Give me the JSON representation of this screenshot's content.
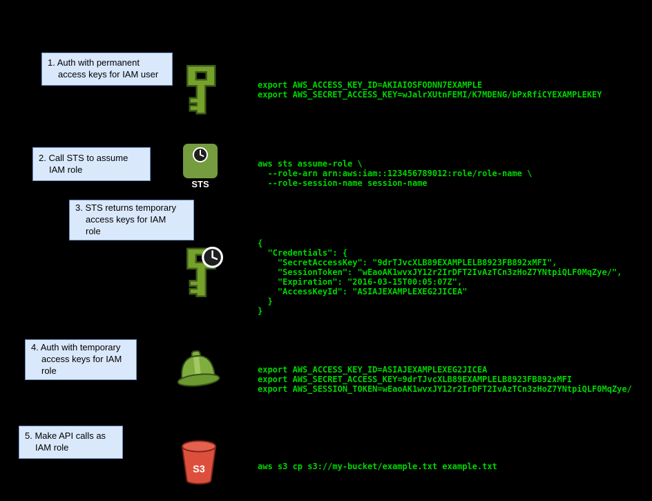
{
  "colors": {
    "background": "#000000",
    "box_fill": "#dae8fc",
    "box_border": "#6c8ebf",
    "box_text": "#000000",
    "code_green": "#00d600",
    "icon_green": "#76a22c",
    "icon_green_dark": "#3f5d18",
    "sts_green": "#759c3e",
    "bucket_red": "#dd4f3d",
    "bucket_red_dark": "#7e241a"
  },
  "steps": [
    {
      "label": "1. Auth with permanent\naccess keys for IAM user"
    },
    {
      "label": "2. Call STS to assume\nIAM role"
    },
    {
      "label": "3. STS returns temporary\naccess keys for IAM\nrole"
    },
    {
      "label": "4. Auth with temporary\naccess keys for IAM\nrole"
    },
    {
      "label": "5. Make API calls as\nIAM role"
    }
  ],
  "code": {
    "step1": "export AWS_ACCESS_KEY_ID=AKIAIOSFODNN7EXAMPLE\nexport AWS_SECRET_ACCESS_KEY=wJalrXUtnFEMI/K7MDENG/bPxRfiCYEXAMPLEKEY",
    "step2": "aws sts assume-role \\\n  --role-arn arn:aws:iam::123456789012:role/role-name \\\n  --role-session-name session-name",
    "step3": "{\n  \"Credentials\": {\n    \"SecretAccessKey\": \"9drTJvcXLB89EXAMPLELB8923FB892xMFI\",\n    \"SessionToken\": \"wEaoAK1wvxJY12r2IrDFT2IvAzTCn3zHoZ7YNtpiQLF0MqZye/\",\n    \"Expiration\": \"2016-03-15T00:05:07Z\",\n    \"AccessKeyId\": \"ASIAJEXAMPLEXEG2JICEA\"\n  }\n}",
    "step4": "export AWS_ACCESS_KEY_ID=ASIAJEXAMPLEXEG2JICEA\nexport AWS_SECRET_ACCESS_KEY=9drTJvcXLB89EXAMPLELB8923FB892xMFI\nexport AWS_SESSION_TOKEN=wEaoAK1wvxJY12r2IrDFT2IvAzTCn3zHoZ7YNtpiQLF0MqZye/",
    "step5": "aws s3 cp s3://my-bucket/example.txt example.txt"
  },
  "icons": {
    "sts_label": "STS",
    "s3_label": "S3"
  }
}
